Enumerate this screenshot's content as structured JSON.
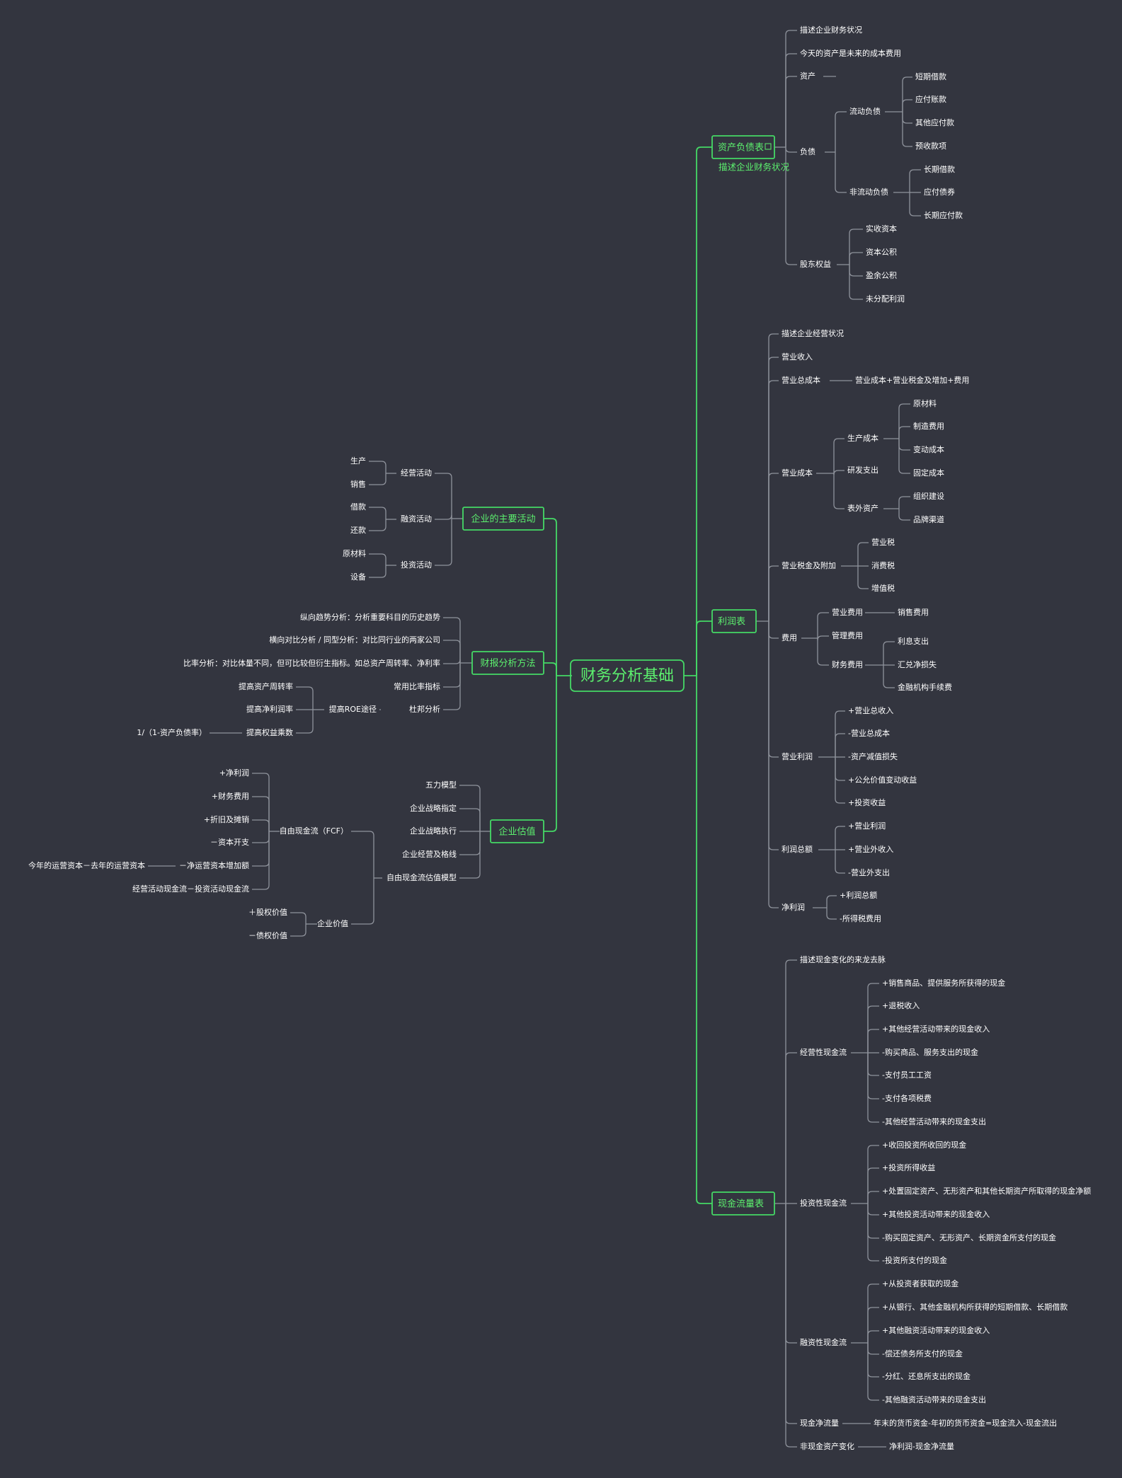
{
  "root": "财务分析基础",
  "branches": [
    {
      "label": "资产负债表",
      "note": "描述企业财务状况",
      "children": [
        {
          "label": "描述企业财务状况"
        },
        {
          "label": "今天的资产是未来的成本费用"
        },
        {
          "label": "资产"
        },
        {
          "label": "负债",
          "children": [
            {
              "label": "流动负债",
              "children": [
                {
                  "label": "短期借款"
                },
                {
                  "label": "应付账款"
                },
                {
                  "label": "其他应付款"
                },
                {
                  "label": "预收款项"
                }
              ]
            },
            {
              "label": "非流动负债",
              "children": [
                {
                  "label": "长期借款"
                },
                {
                  "label": "应付债券"
                },
                {
                  "label": "长期应付款"
                }
              ]
            }
          ]
        },
        {
          "label": "股东权益",
          "children": [
            {
              "label": "实收资本"
            },
            {
              "label": "资本公积"
            },
            {
              "label": "盈余公积"
            },
            {
              "label": "未分配利润"
            }
          ]
        }
      ]
    },
    {
      "label": "利润表",
      "children": [
        {
          "label": "描述企业经营状况"
        },
        {
          "label": "营业收入"
        },
        {
          "label": "营业总成本",
          "children": [
            {
              "label": "营业成本+营业税金及增加+费用"
            }
          ]
        },
        {
          "label": "营业成本",
          "children": [
            {
              "label": "生产成本",
              "children": [
                {
                  "label": "原材料"
                },
                {
                  "label": "制造费用"
                },
                {
                  "label": "变动成本"
                },
                {
                  "label": "固定成本"
                }
              ]
            },
            {
              "label": "研发支出"
            },
            {
              "label": "表外资产",
              "children": [
                {
                  "label": "组织建设"
                },
                {
                  "label": "品牌渠道"
                }
              ]
            }
          ]
        },
        {
          "label": "营业税金及附加",
          "children": [
            {
              "label": "营业税"
            },
            {
              "label": "消费税"
            },
            {
              "label": "增值税"
            }
          ]
        },
        {
          "label": "费用",
          "children": [
            {
              "label": "营业费用",
              "children": [
                {
                  "label": "销售费用"
                }
              ]
            },
            {
              "label": "管理费用"
            },
            {
              "label": "财务费用",
              "children": [
                {
                  "label": "利息支出"
                },
                {
                  "label": "汇兑净损失"
                },
                {
                  "label": "金融机构手续费"
                }
              ]
            }
          ]
        },
        {
          "label": "营业利润",
          "children": [
            {
              "label": "+营业总收入"
            },
            {
              "label": "-营业总成本"
            },
            {
              "label": "-资产减值损失"
            },
            {
              "label": "+公允价值变动收益"
            },
            {
              "label": "+投资收益"
            }
          ]
        },
        {
          "label": "利润总额",
          "children": [
            {
              "label": "+营业利润"
            },
            {
              "label": "+营业外收入"
            },
            {
              "label": "-营业外支出"
            }
          ]
        },
        {
          "label": "净利润",
          "children": [
            {
              "label": "+利润总额"
            },
            {
              "label": "-所得税费用"
            }
          ]
        }
      ]
    },
    {
      "label": "现金流量表",
      "children": [
        {
          "label": "描述现金变化的来龙去脉"
        },
        {
          "label": "经营性现金流",
          "children": [
            {
              "label": "+销售商品、提供服务所获得的现金"
            },
            {
              "label": "+退税收入"
            },
            {
              "label": "+其他经营活动带来的现金收入"
            },
            {
              "label": "-购买商品、服务支出的现金"
            },
            {
              "label": "-支付员工工资"
            },
            {
              "label": "-支付各项税费"
            },
            {
              "label": "-其他经营活动带来的现金支出"
            }
          ]
        },
        {
          "label": "投资性现金流",
          "children": [
            {
              "label": "+收回投资所收回的现金"
            },
            {
              "label": "+投资所得收益"
            },
            {
              "label": "+处置固定资产、无形资产和其他长期资产所取得的现金净额"
            },
            {
              "label": "+其他投资活动带来的现金收入"
            },
            {
              "label": "-购买固定资产、无形资产、长期资金所支付的现金"
            },
            {
              "label": "-投资所支付的现金"
            }
          ]
        },
        {
          "label": "融资性现金流",
          "children": [
            {
              "label": "+从投资者获取的现金"
            },
            {
              "label": "+从银行、其他金融机构所获得的短期借款、长期借款"
            },
            {
              "label": "+其他融资活动带来的现金收入"
            },
            {
              "label": "-偿还债务所支付的现金"
            },
            {
              "label": "-分红、还息所支出的现金"
            },
            {
              "label": "-其他融资活动带来的现金支出"
            }
          ]
        },
        {
          "label": "现金净流量",
          "children": [
            {
              "label": "年末的货币资金-年初的货币资金=现金流入-现金流出"
            }
          ]
        },
        {
          "label": "非现金资产变化",
          "children": [
            {
              "label": "净利润-现金净流量"
            }
          ]
        }
      ]
    },
    {
      "label": "企业的主要活动",
      "children": [
        {
          "label": "经营活动",
          "children": [
            {
              "label": "生产"
            },
            {
              "label": "销售"
            }
          ]
        },
        {
          "label": "融资活动",
          "children": [
            {
              "label": "借款"
            },
            {
              "label": "还款"
            }
          ]
        },
        {
          "label": "投资活动",
          "children": [
            {
              "label": "原材料"
            },
            {
              "label": "设备"
            }
          ]
        }
      ]
    },
    {
      "label": "财报分析方法",
      "children": [
        {
          "label": "纵向趋势分析：分析重要科目的历史趋势"
        },
        {
          "label": "横向对比分析 / 同型分析：对比同行业的两家公司"
        },
        {
          "label": "比率分析：对比体量不同，但可比较但衍生指标。如总资产周转率、净利率"
        },
        {
          "label": "常用比率指标"
        },
        {
          "label": "杜邦分析",
          "children": [
            {
              "label": "提高ROE途径",
              "children": [
                {
                  "label": "提高资产周转率"
                },
                {
                  "label": "提高净利润率"
                },
                {
                  "label": "提高权益乘数",
                  "children": [
                    {
                      "label": "1/（1-资产负债率）"
                    }
                  ]
                }
              ]
            }
          ]
        }
      ]
    },
    {
      "label": "企业估值",
      "children": [
        {
          "label": "五力模型"
        },
        {
          "label": "企业战略指定"
        },
        {
          "label": "企业战略执行"
        },
        {
          "label": "企业经营及格线"
        },
        {
          "label": "自由现金流估值模型",
          "children": [
            {
              "label": "自由现金流（FCF）",
              "children": [
                {
                  "label": "+净利润"
                },
                {
                  "label": "+财务费用"
                },
                {
                  "label": "+折旧及摊销"
                },
                {
                  "label": "－资本开支"
                },
                {
                  "label": "－净运营资本增加额",
                  "children": [
                    {
                      "label": "今年的运营资本－去年的运营资本"
                    }
                  ]
                },
                {
                  "label": "经营活动现金流－投资活动现金流"
                }
              ]
            },
            {
              "label": "企业价值",
              "children": [
                {
                  "label": "＋股权价值"
                },
                {
                  "label": "－债权价值"
                }
              ]
            }
          ]
        }
      ]
    }
  ]
}
